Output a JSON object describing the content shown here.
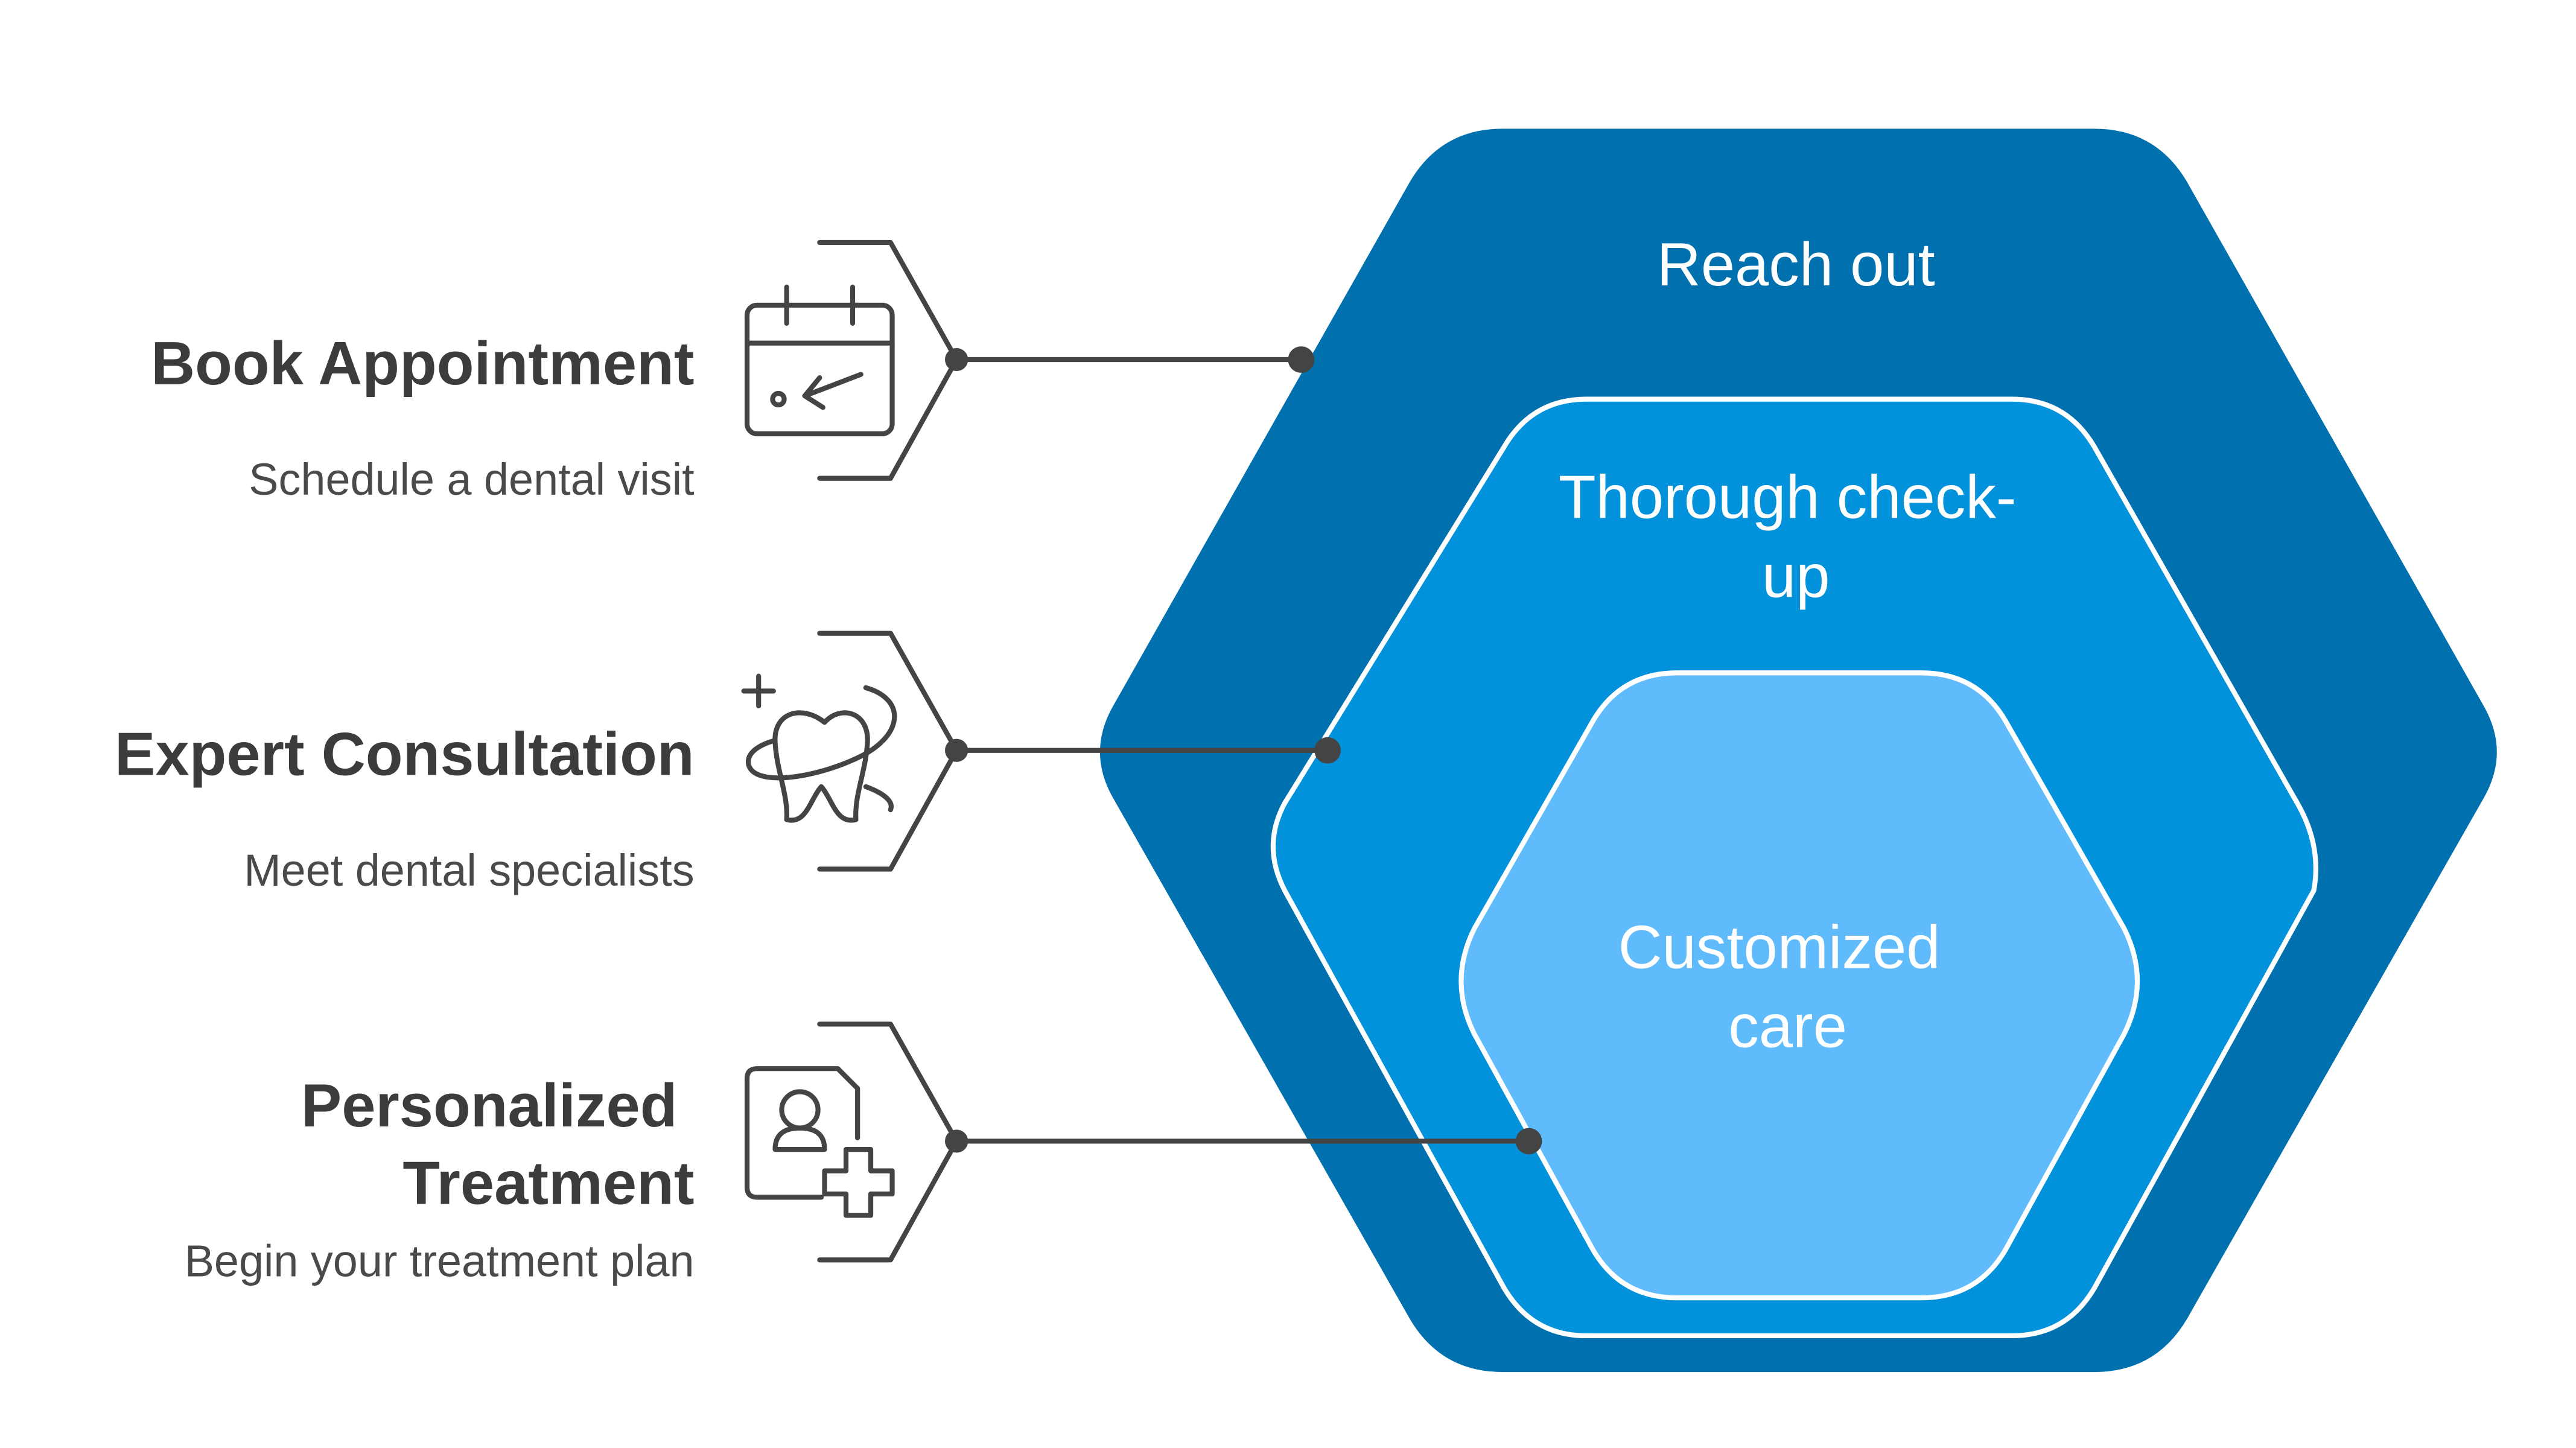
{
  "steps": [
    {
      "title_lines": [
        "Book Appointment"
      ],
      "subtitle": "Schedule a dental visit",
      "icon": "calendar-arrow-icon"
    },
    {
      "title_lines": [
        "Expert Consultation"
      ],
      "subtitle": "Meet dental specialists",
      "icon": "tooth-orbit-icon"
    },
    {
      "title_lines": [
        "Personalized",
        "Treatment"
      ],
      "subtitle": "Begin your treatment plan",
      "icon": "patient-record-plus-icon"
    }
  ],
  "layers": [
    {
      "label_lines": [
        "Reach out"
      ]
    },
    {
      "label_lines": [
        "Thorough check-",
        "up"
      ]
    },
    {
      "label_lines": [
        "Customized",
        "care"
      ]
    }
  ],
  "colors": {
    "outer_layer": "#0071AE",
    "middle_layer": "#0292DB",
    "inner_layer": "#60BBFC",
    "layer_outline": "#ffffff",
    "connector": "#444444",
    "title_text": "#3c3c3c",
    "subtitle_text": "#4a4a4a",
    "layer_text": "#ffffff"
  }
}
